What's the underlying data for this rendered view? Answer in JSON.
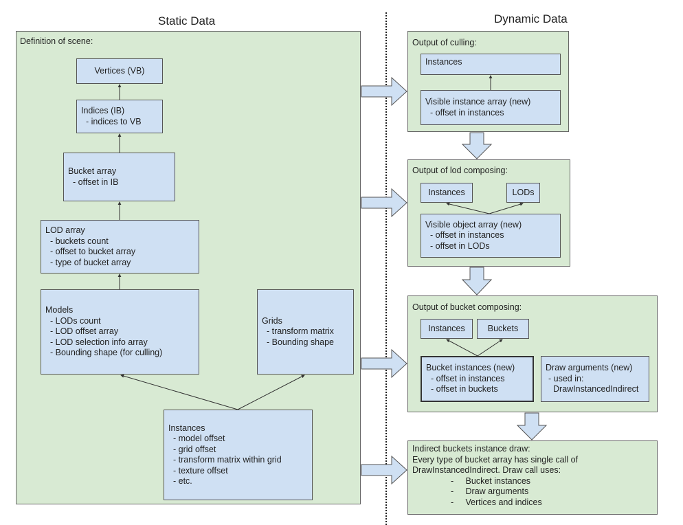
{
  "headers": {
    "static": "Static Data",
    "dynamic": "Dynamic Data"
  },
  "static_panel": {
    "title": "Definition of scene:",
    "vertices": {
      "title": "Vertices (VB)"
    },
    "indices": {
      "title": "Indices (IB)",
      "lines": [
        "- indices to VB"
      ]
    },
    "bucket_array": {
      "title": "Bucket array",
      "lines": [
        "- offset in IB"
      ]
    },
    "lod_array": {
      "title": "LOD array",
      "lines": [
        "- buckets count",
        "- offset to bucket array",
        "- type of bucket array"
      ]
    },
    "models": {
      "title": "Models",
      "lines": [
        "- LODs count",
        "- LOD offset array",
        "- LOD selection info array",
        "- Bounding shape (for culling)"
      ]
    },
    "grids": {
      "title": "Grids",
      "lines": [
        "- transform matrix",
        "- Bounding shape"
      ]
    },
    "instances": {
      "title": "Instances",
      "lines": [
        "- model offset",
        "- grid offset",
        "- transform matrix within grid",
        "- texture offset",
        "- etc."
      ]
    }
  },
  "culling": {
    "title": "Output of culling:",
    "instances": "Instances",
    "visible_instance_array": {
      "title": "Visible instance array (new)",
      "lines": [
        "- offset in instances"
      ]
    }
  },
  "lod_composing": {
    "title": "Output of lod composing:",
    "instances": "Instances",
    "lods": "LODs",
    "visible_object_array": {
      "title": "Visible object array (new)",
      "lines": [
        "- offset in instances",
        "- offset in LODs"
      ]
    }
  },
  "bucket_composing": {
    "title": "Output of bucket composing:",
    "instances": "Instances",
    "buckets": "Buckets",
    "bucket_instances": {
      "title": "Bucket instances (new)",
      "lines": [
        "- offset in instances",
        "- offset in buckets"
      ]
    },
    "draw_arguments": {
      "title": "Draw arguments (new)",
      "lines": [
        "- used in:",
        "DrawInstancedIndirect"
      ]
    }
  },
  "indirect_draw": {
    "lines": [
      "Indirect  buckets instance draw:",
      "Every type of bucket array has single call of",
      "DrawInstancedIndirect. Draw call uses:"
    ],
    "items": [
      "Bucket instances",
      "Draw arguments",
      "Vertices and indices"
    ]
  },
  "colors": {
    "panel": "#d8ead3",
    "box": "#cfe0f3",
    "border": "#555555"
  }
}
